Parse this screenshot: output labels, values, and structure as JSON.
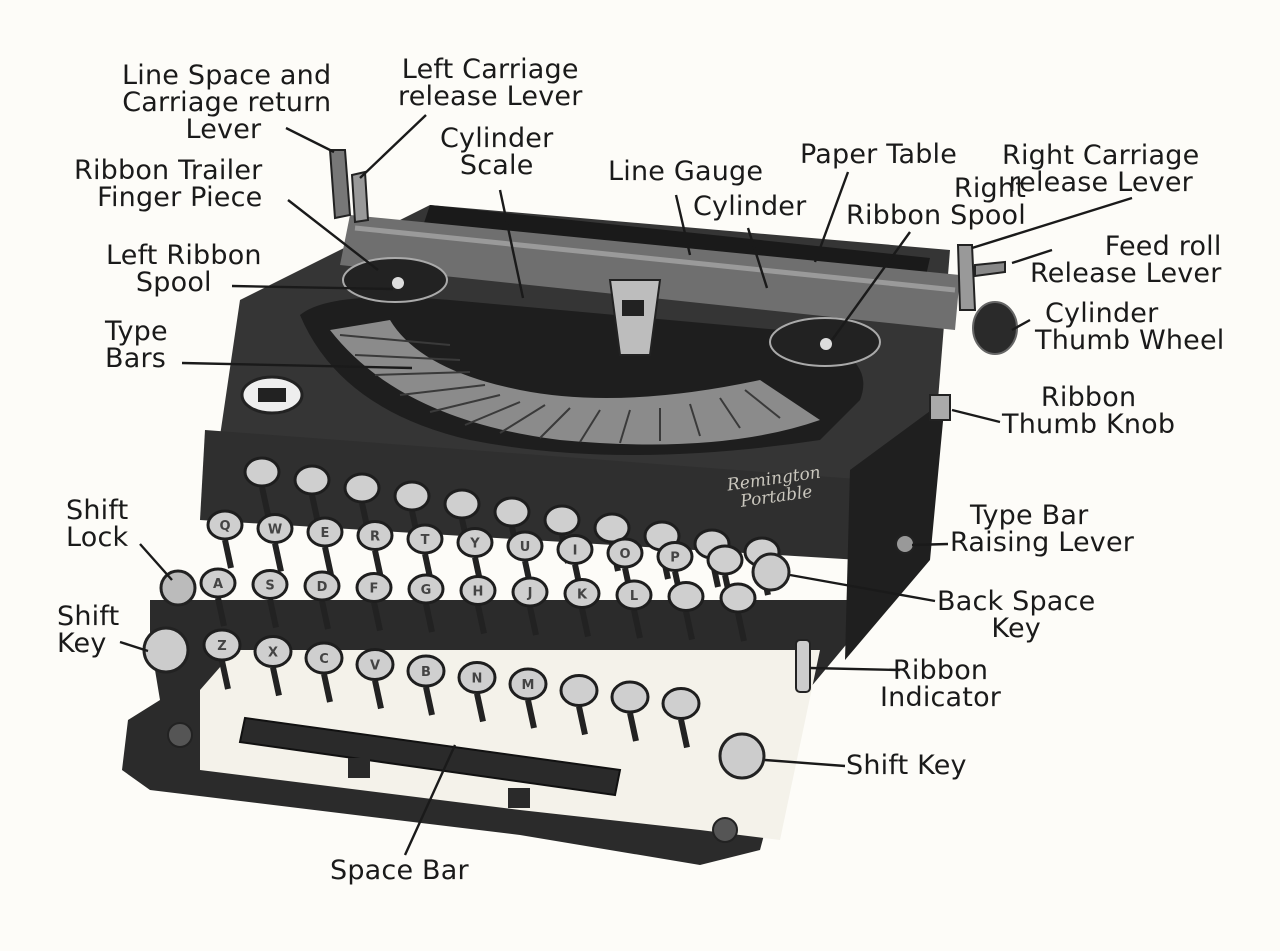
{
  "brand": {
    "line1": "Remington",
    "line2": "Portable"
  },
  "labels": {
    "line_space_lever": {
      "l1": "Line Space and",
      "l2": "Carriage return",
      "l3": "Lever"
    },
    "left_carriage_release": {
      "l1": "Left Carriage",
      "l2": "release Lever"
    },
    "cylinder_scale": {
      "l1": "Cylinder",
      "l2": "Scale"
    },
    "line_gauge": "Line Gauge",
    "cylinder": "Cylinder",
    "paper_table": "Paper Table",
    "right_ribbon_spool": {
      "l1": "Right",
      "l2": "Ribbon Spool"
    },
    "right_carriage_release": {
      "l1": "Right Carriage",
      "l2": "release Lever"
    },
    "ribbon_trailer_finger_piece": {
      "l1": "Ribbon Trailer",
      "l2": "Finger Piece"
    },
    "feed_roll_release": {
      "l1": "Feed roll",
      "l2": "Release Lever"
    },
    "left_ribbon_spool": {
      "l1": "Left Ribbon",
      "l2": "Spool"
    },
    "cylinder_thumb_wheel": {
      "l1": "Cylinder",
      "l2": "Thumb Wheel"
    },
    "type_bars": {
      "l1": "Type",
      "l2": "Bars"
    },
    "ribbon_thumb_knob": {
      "l1": "Ribbon",
      "l2": "Thumb Knob"
    },
    "shift_lock": {
      "l1": "Shift",
      "l2": "Lock"
    },
    "type_bar_raising_lever": {
      "l1": "Type Bar",
      "l2": "Raising Lever"
    },
    "shift_key_left": {
      "l1": "Shift",
      "l2": "Key"
    },
    "back_space_key": {
      "l1": "Back Space",
      "l2": "Key"
    },
    "ribbon_indicator": {
      "l1": "Ribbon",
      "l2": "Indicator"
    },
    "shift_key_right": "Shift Key",
    "space_bar": "Space Bar"
  },
  "keyboard": {
    "row1": [
      "",
      "",
      "",
      "",
      "",
      "",
      "",
      "",
      "",
      "",
      ""
    ],
    "row2": [
      "Q",
      "W",
      "E",
      "R",
      "T",
      "Y",
      "U",
      "I",
      "O",
      "P",
      ""
    ],
    "row3": [
      "A",
      "S",
      "D",
      "F",
      "G",
      "H",
      "J",
      "K",
      "L",
      "",
      ""
    ],
    "row4": [
      "Z",
      "X",
      "C",
      "V",
      "B",
      "N",
      "M",
      "",
      "",
      ""
    ]
  }
}
